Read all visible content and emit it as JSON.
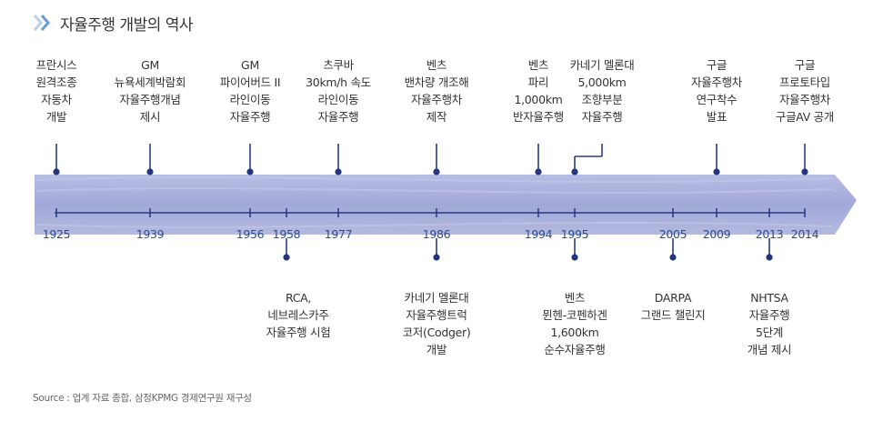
{
  "title": "자율주행 개발의 역사",
  "source": "Source : 업계 자료 종합, 삼정KPMG 경제연구원 재구성",
  "colors": {
    "band": "#a9aeda",
    "line": "#2b3d86",
    "dot": "#22357d",
    "year": "#2f4a8e",
    "chevron": "#6a9ad6"
  },
  "years": [
    "1925",
    "1939",
    "1956",
    "1958",
    "1977",
    "1986",
    "1994",
    "1995",
    "2005",
    "2009",
    "2013",
    "2014"
  ],
  "events_above": [
    {
      "year": "1925",
      "lines": [
        "프란시스",
        "원격조종",
        "자동차",
        "개발"
      ]
    },
    {
      "year": "1939",
      "lines": [
        "GM",
        "뉴욕세계박람회",
        "자율주행개념",
        "제시"
      ]
    },
    {
      "year": "1956",
      "lines": [
        "GM",
        "파이어버드 II",
        "라인이동",
        "자율주행"
      ]
    },
    {
      "year": "1977",
      "lines": [
        "츠쿠바",
        "30km/h 속도",
        "라인이동",
        "자율주행"
      ]
    },
    {
      "year": "1986",
      "lines": [
        "벤츠",
        "밴차량 개조해",
        "자율주행차",
        "제작"
      ]
    },
    {
      "year": "1994",
      "lines": [
        "벤츠",
        "파리",
        "1,000km",
        "반자율주행"
      ]
    },
    {
      "year": "1995",
      "lines": [
        "카네기 멜론대",
        "5,000km",
        "조향부분",
        "자율주행"
      ]
    },
    {
      "year": "2009",
      "lines": [
        "구글",
        "자율주행차",
        "연구착수",
        "발표"
      ]
    },
    {
      "year": "2014",
      "lines": [
        "구글",
        "프로토타입",
        "자율주행차",
        "구글AV 공개"
      ]
    }
  ],
  "events_below": [
    {
      "year": "1958",
      "lines": [
        "RCA,",
        "네브레스카주",
        "자율주행 시험"
      ]
    },
    {
      "year": "1986",
      "lines": [
        "카네기 멜론대",
        "자율주행트럭",
        "코저(Codger)",
        "개발"
      ]
    },
    {
      "year": "1995",
      "lines": [
        "벤츠",
        "뮌헨-코펜하겐",
        "1,600km",
        "순수자율주행"
      ]
    },
    {
      "year": "2005",
      "lines": [
        "DARPA",
        "그랜드 챌린지"
      ]
    },
    {
      "year": "2013",
      "lines": [
        "NHTSA",
        "자율주행",
        "5단계",
        "개념 제시"
      ]
    }
  ]
}
